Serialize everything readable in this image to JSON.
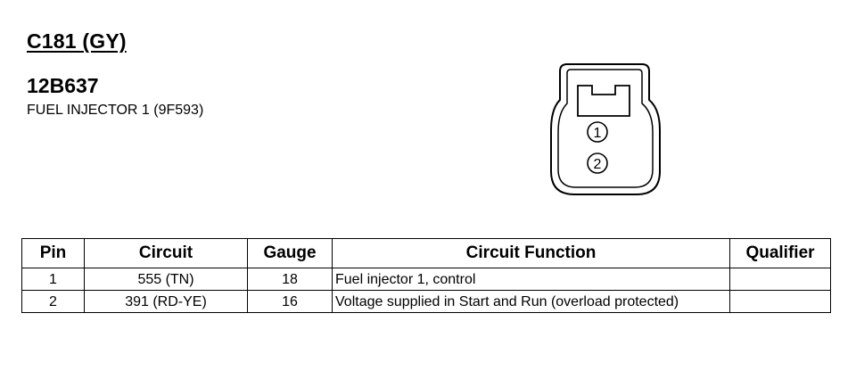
{
  "header": {
    "connector_id": "C181 (GY)",
    "part_number": "12B637",
    "component_name": "FUEL INJECTOR 1 (9F593)"
  },
  "connector_diagram": {
    "pin_labels": [
      "1",
      "2"
    ]
  },
  "table": {
    "columns": [
      "Pin",
      "Circuit",
      "Gauge",
      "Circuit Function",
      "Qualifier"
    ],
    "rows": [
      {
        "pin": "1",
        "circuit": "555 (TN)",
        "gauge": "18",
        "function": "Fuel injector 1, control",
        "qualifier": ""
      },
      {
        "pin": "2",
        "circuit": "391 (RD-YE)",
        "gauge": "16",
        "function": "Voltage supplied in Start and Run (overload protected)",
        "qualifier": ""
      }
    ]
  }
}
